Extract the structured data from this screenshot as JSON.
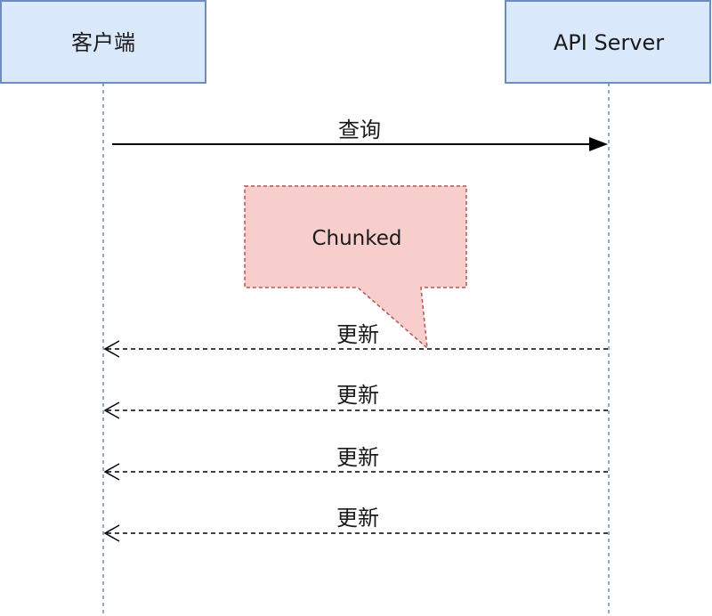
{
  "participants": {
    "client": {
      "label": "客户端"
    },
    "server": {
      "label": "API Server"
    }
  },
  "messages": {
    "query": {
      "label": "查询",
      "from": "client",
      "to": "server",
      "style": "solid"
    },
    "update_1": {
      "label": "更新",
      "from": "server",
      "to": "client",
      "style": "dashed"
    },
    "update_2": {
      "label": "更新",
      "from": "server",
      "to": "client",
      "style": "dashed"
    },
    "update_3": {
      "label": "更新",
      "from": "server",
      "to": "client",
      "style": "dashed"
    },
    "update_4": {
      "label": "更新",
      "from": "server",
      "to": "client",
      "style": "dashed"
    }
  },
  "note": {
    "label": "Chunked"
  },
  "colors": {
    "participant_fill": "#dae8fc",
    "participant_stroke": "#6c8ebf",
    "lifeline": "#6c8ebf",
    "note_fill": "#f8cecc",
    "note_stroke": "#b85450",
    "arrow": "#000000"
  }
}
